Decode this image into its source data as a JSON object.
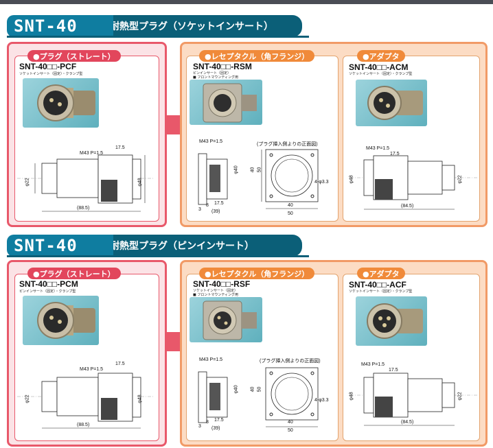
{
  "sections": [
    {
      "code": "SNT-40",
      "title": "耐熱型プラグ（ソケットインサート）",
      "plug": {
        "label": "●プラグ（ストレート）",
        "model": "SNT-40□□-PCF",
        "sub": "ソケットインサート（固定）・クランプ型",
        "dims": {
          "m": "M43  P=1.5",
          "a": "17.5",
          "d22": "φ22",
          "d48": "φ48",
          "len": "(88.5)"
        }
      },
      "recept": {
        "label": "●レセプタクル（角フランジ）",
        "model": "SNT-40□□-RSM",
        "sub": "ピンインサート（固定）",
        "sub2": "■ フロントマウンティング用",
        "dims": {
          "m": "M43  P=1.5",
          "view": "(プラグ挿入側よりの正面図)",
          "d40": "φ40",
          "h40": "40",
          "h50": "50",
          "hole": "4-φ3.3",
          "w40": "40",
          "w50": "50",
          "a3": "3",
          "a175": "17.5",
          "a39": "(39)",
          "a8": "8"
        }
      },
      "adapter": {
        "label": "●アダプタ",
        "model": "SNT-40□□-ACM",
        "sub": "ソケットインサート（固定）・クランプ型",
        "dims": {
          "m": "M43  P=1.5",
          "a": "17.5",
          "d48": "φ48",
          "d22": "φ22",
          "len": "(84.5)"
        }
      }
    },
    {
      "code": "SNT-40",
      "title": "耐熱型プラグ（ピンインサート）",
      "plug": {
        "label": "●プラグ（ストレート）",
        "model": "SNT-40□□-PCM",
        "sub": "ピンインサート（固定）・クランプ型",
        "dims": {
          "m": "M43  P=1.5",
          "a": "17.5",
          "d22": "φ22",
          "d48": "φ48",
          "len": "(88.5)"
        }
      },
      "recept": {
        "label": "●レセプタクル（角フランジ）",
        "model": "SNT-40□□-RSF",
        "sub": "ソケットインサート（固定）",
        "sub2": "■ フロントマウンティング用",
        "dims": {
          "m": "M43  P=1.5",
          "view": "(プラグ挿入側よりの正面図)",
          "d40": "φ40",
          "h40": "40",
          "h50": "50",
          "hole": "4-φ3.3",
          "w40": "40",
          "w50": "50",
          "a3": "3",
          "a175": "17.5",
          "a39": "(39)",
          "a8": "8"
        }
      },
      "adapter": {
        "label": "●アダプタ",
        "model": "SNT-40□□-ACF",
        "sub": "ソケットインサート（固定）・クランプ型",
        "dims": {
          "m": "M43  P=1.5",
          "a": "17.5",
          "d48": "φ48",
          "d22": "φ22",
          "len": "(84.5)"
        }
      }
    }
  ],
  "colors": {
    "teal": "#0f7da0",
    "red": "#e8586a",
    "orange": "#f19a66"
  }
}
